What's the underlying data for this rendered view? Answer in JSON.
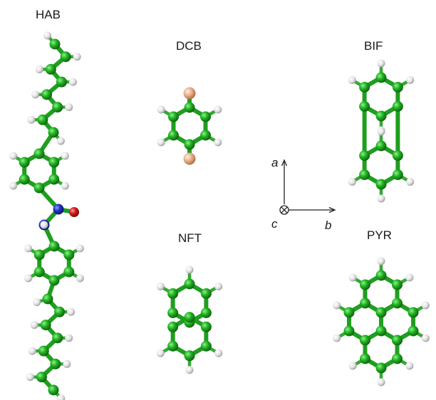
{
  "labels": {
    "hab": "HAB",
    "dcb": "DCB",
    "bif": "BIF",
    "nft": "NFT",
    "pyr": "PYR"
  },
  "axes": {
    "a": "a",
    "b": "b",
    "c": "c"
  },
  "colors": {
    "carbon": "#22a822",
    "hydrogen": "#e6e6e6",
    "nitrogen": "#1f2fb5",
    "oxygen": "#d01c1c",
    "chlorine": "#e2a884"
  }
}
